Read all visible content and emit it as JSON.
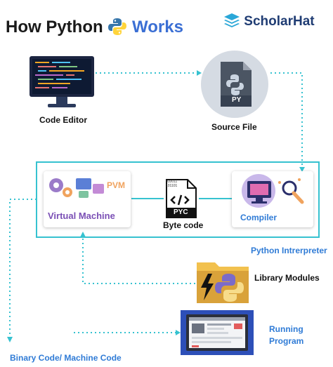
{
  "header": {
    "title_prefix": "How Python",
    "title_suffix": "Works",
    "brand": "ScholarHat"
  },
  "nodes": {
    "code_editor": "Code Editor",
    "source_file": "Source File",
    "source_file_badge": "PY",
    "pvm_tag": "PVM",
    "virtual_machine": "Virtual Machine",
    "byte_code": "Byte code",
    "byte_code_badge": "PYC",
    "byte_code_digits": "010011\n101101",
    "compiler": "Compiler",
    "python_interpreter": "Python Intrerpreter",
    "library_modules": "Library Modules",
    "running_program": "Running\nProgram",
    "binary_code": "Binary Code/ Machine Code"
  },
  "colors": {
    "flow_line": "#36c2d0",
    "label_blue": "#2f7bd6",
    "title_blue": "#3b6fd4",
    "brand_navy": "#1f3c73"
  }
}
